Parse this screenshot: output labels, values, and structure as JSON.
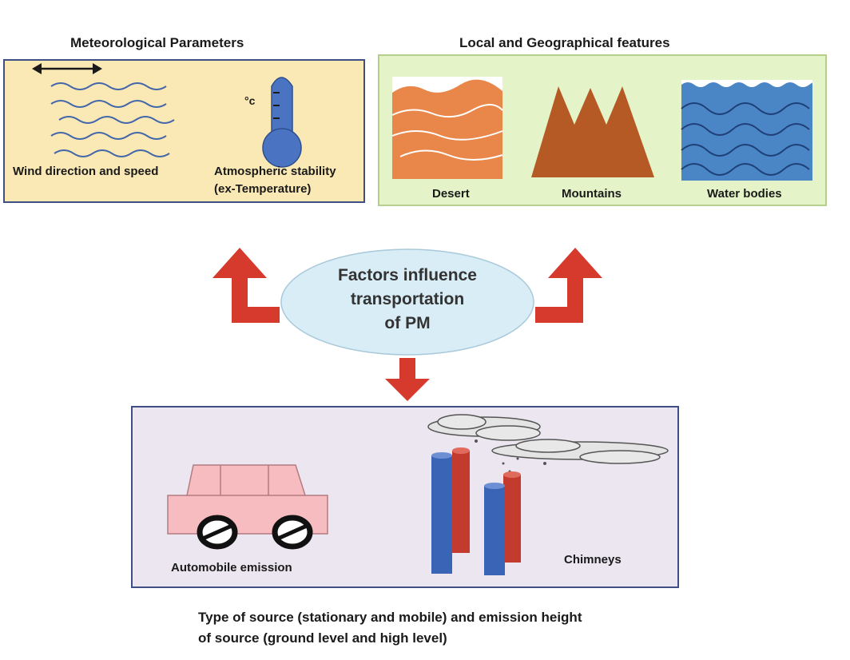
{
  "meteorological": {
    "title": "Meteorological Parameters",
    "wind_label": "Wind direction and speed",
    "stability_label_1": "Atmospheric stability",
    "stability_label_2": "(ex-Temperature)",
    "degree_symbol": "°c"
  },
  "geographical": {
    "title": "Local and Geographical features",
    "desert_label": "Desert",
    "mountains_label": "Mountains",
    "water_label": "Water bodies"
  },
  "center": {
    "line1": "Factors influence",
    "line2": "transportation",
    "line3": "of PM"
  },
  "sources": {
    "automobile_label": "Automobile emission",
    "chimneys_label": "Chimneys",
    "caption_line1": "Type of source (stationary and mobile)  and emission height",
    "caption_line2": "of source (ground level and high level)"
  },
  "colors": {
    "arrow": "#d63a2c",
    "ellipse_fill": "#d8edf6",
    "meteo_bg": "#fbe9b5",
    "geo_bg": "#e5f3c8",
    "source_bg": "#ebe6ef",
    "desert": "#e9874a",
    "mountain": "#b55a24",
    "water": "#4a86c6",
    "chimney_blue": "#3a64b5",
    "chimney_red": "#c33a2e",
    "car": "#f6bcc0"
  }
}
